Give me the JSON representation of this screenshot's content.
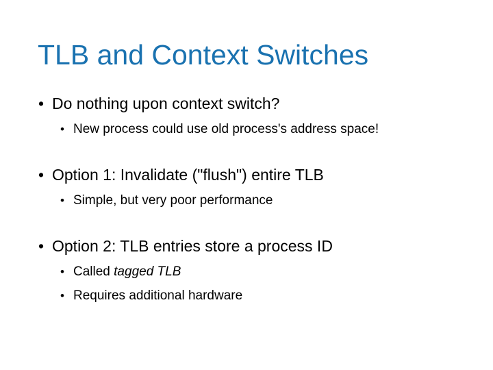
{
  "slide": {
    "title": "TLB and Context Switches",
    "title_color": "#1a72b0",
    "background_color": "#ffffff",
    "text_color": "#000000",
    "bullet_glyph": "•",
    "groups": [
      {
        "level1": "Do nothing upon context switch?",
        "level2": [
          {
            "prefix": "New process could use old process's address space!",
            "emphasis": "",
            "suffix": ""
          }
        ]
      },
      {
        "level1": "Option 1: Invalidate (\"flush\") entire TLB",
        "level2": [
          {
            "prefix": "Simple, but very poor performance",
            "emphasis": "",
            "suffix": ""
          }
        ]
      },
      {
        "level1": "Option 2: TLB entries store a process ID",
        "level2": [
          {
            "prefix": "Called ",
            "emphasis": "tagged TLB",
            "suffix": ""
          },
          {
            "prefix": "Requires additional hardware",
            "emphasis": "",
            "suffix": ""
          }
        ]
      }
    ]
  }
}
